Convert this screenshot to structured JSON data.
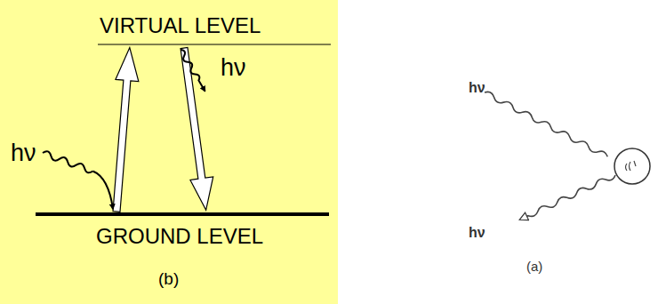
{
  "diagram": {
    "labels": [
      "VIRTUAL LEVEL",
      "hν",
      "hν",
      "GROUND LEVEL",
      "(b)",
      "hν",
      "hν",
      "(a)"
    ]
  }
}
